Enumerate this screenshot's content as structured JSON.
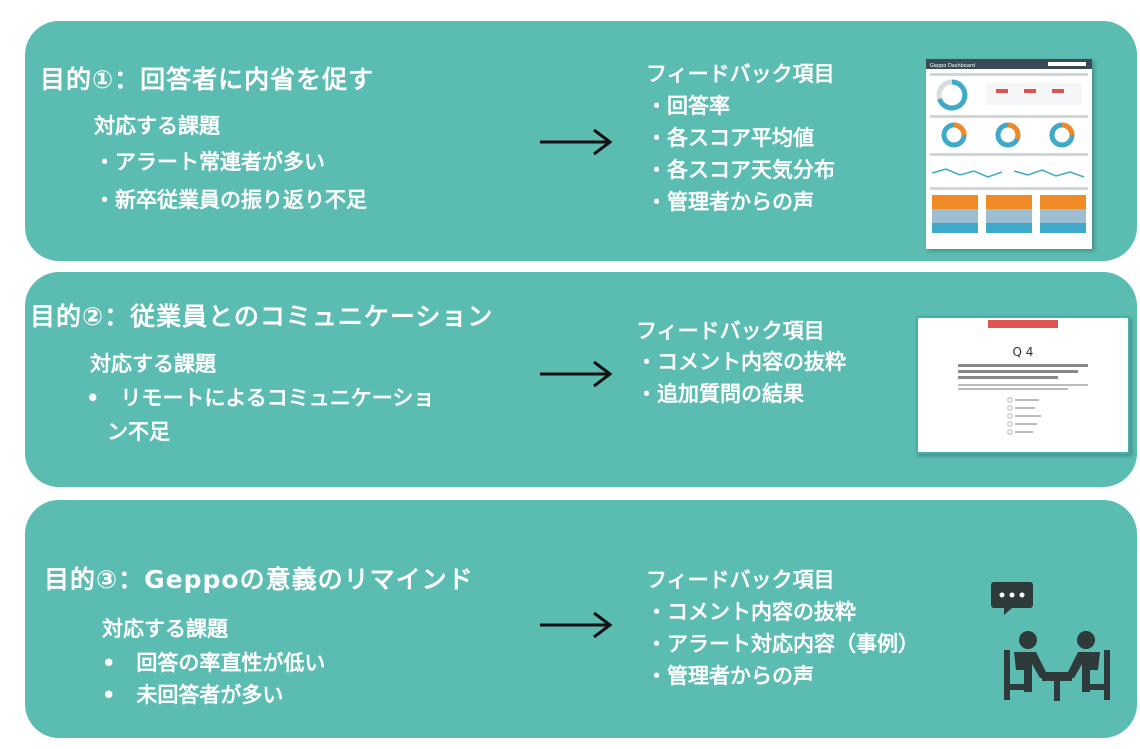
{
  "sections": [
    {
      "title": "目的①：回答者に内省を促す",
      "issues_heading": "対応する課題",
      "issues": [
        "・アラート常連者が多い",
        "・新卒従業員の振り返り不足"
      ],
      "feedback_heading": "フィードバック項目",
      "feedback": [
        "・回答率",
        "・各スコア平均値",
        "・各スコア天気分布",
        "・管理者からの声"
      ],
      "illustration": "dashboard-screenshot",
      "dashboard_title": "Geppo Dashboard"
    },
    {
      "title": "目的②：従業員とのコミュニケーション",
      "issues_heading": "対応する課題",
      "issues": [
        "•　リモートによるコミュニケーショ",
        "　ン不足"
      ],
      "feedback_heading": "フィードバック項目",
      "feedback": [
        "・コメント内容の抜粋",
        "・追加質問の結果"
      ],
      "illustration": "survey-question-screenshot",
      "survey_question_label": "Q 4"
    },
    {
      "title": "目的③：Geppoの意義のリマインド",
      "issues_heading": "対応する課題",
      "issues": [
        "•　回答の率直性が低い",
        "•　未回答者が多い"
      ],
      "feedback_heading": "フィードバック項目",
      "feedback": [
        "・コメント内容の抜粋",
        "・アラート対応内容（事例）",
        "・管理者からの声"
      ],
      "illustration": "meeting-icon"
    }
  ],
  "colors": {
    "card": "#5bbcb2",
    "text": "#ffffff",
    "arrow": "#111111",
    "icon": "#2f3b3a"
  }
}
